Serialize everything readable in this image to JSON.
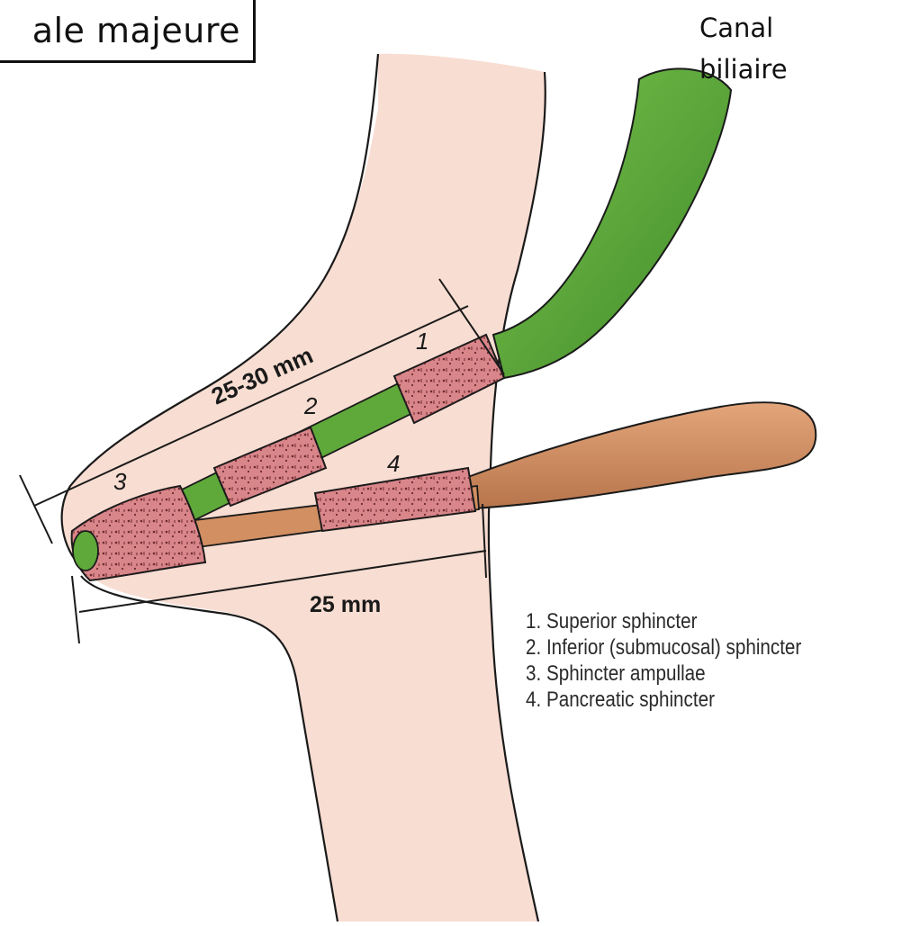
{
  "title": "ale majeure",
  "bile_duct_label": "Canal biliaire",
  "dimensions": {
    "common_channel": "25-30 mm",
    "pancreatic": "25 mm"
  },
  "sphincter_numbers": [
    "1",
    "2",
    "3",
    "4"
  ],
  "legend": [
    "1. Superior sphincter",
    "2. Inferior (submucosal) sphincter",
    "3. Sphincter ampullae",
    "4. Pancreatic sphincter"
  ],
  "colors": {
    "duodenal_wall": "#f8ddd2",
    "bile_duct": "#5fa83a",
    "pancreatic_duct": "#d28f62",
    "sphincter_muscle": "#d9868a",
    "outline": "#1a1a1a"
  }
}
